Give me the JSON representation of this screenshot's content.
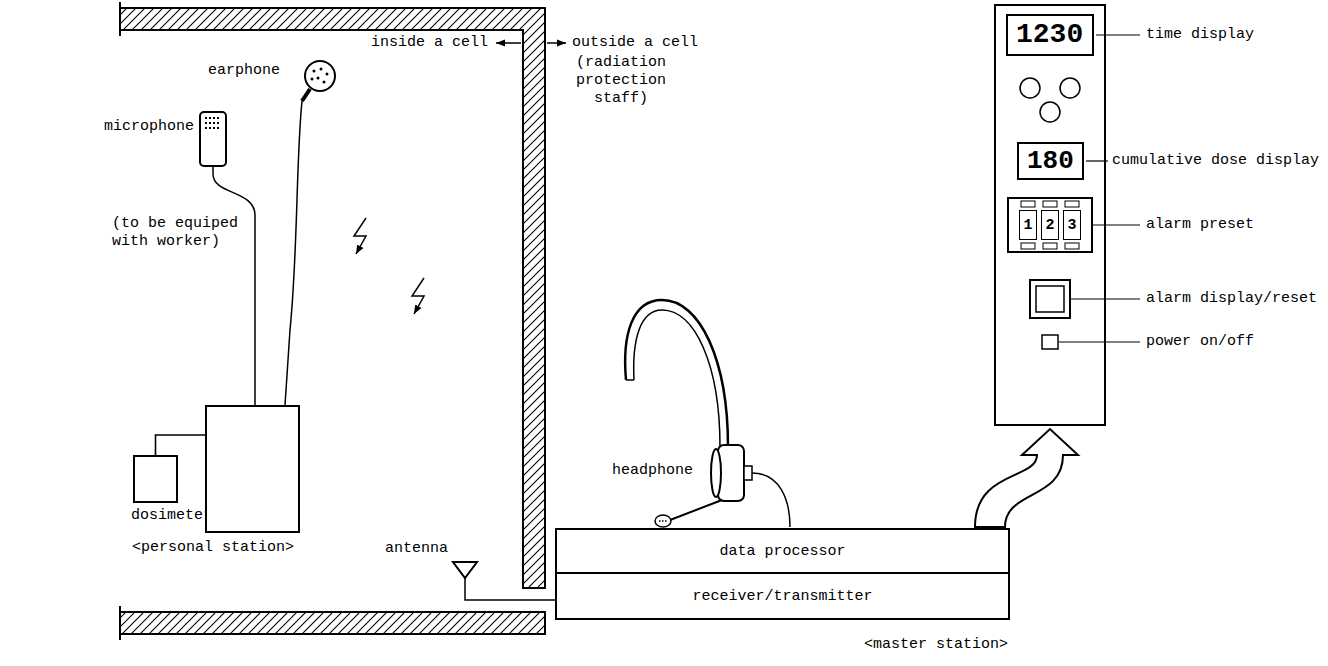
{
  "diagram": {
    "nodes": [
      {
        "text": [
          "1230"
        ]
      },
      {
        "text": [
          "180"
        ]
      },
      {
        "text": [
          "1"
        ]
      },
      {
        "text": [
          "2"
        ]
      },
      {
        "text": [
          "3"
        ]
      },
      {
        "text": [
          "dosimeter"
        ]
      },
      {
        "text": [
          "<personal station>"
        ]
      },
      {
        "text": [
          "<master station>"
        ]
      },
      {
        "text": [
          "data processor"
        ],
        "in": 7
      },
      {
        "text": [
          "receiver/transmitter"
        ],
        "in": 7
      }
    ],
    "edges": [
      {
        "from": 5,
        "to": 6,
        "arrow": "none"
      }
    ],
    "labels": [
      "inside a cell",
      "outside a cell",
      "(radiation protection staff)",
      "earphone",
      "microphone",
      "(to be equiped with worker)",
      "antenna",
      "headphone",
      "time display",
      "cumulative dose display",
      "alarm preset",
      "alarm display/reset",
      "power on/off"
    ]
  }
}
